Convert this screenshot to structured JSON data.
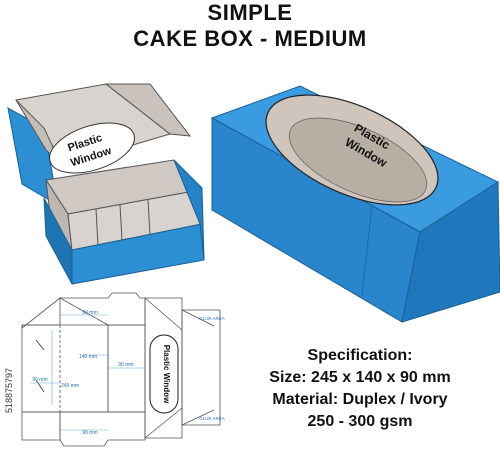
{
  "title": {
    "line1": "SIMPLE",
    "line2": "CAKE BOX - MEDIUM"
  },
  "window_label": [
    "Plastic",
    "Window"
  ],
  "dieline": {
    "window_label": "Plastic Window",
    "dims": {
      "top_w": "90 mm",
      "mid_w": "140 mm",
      "mid_side": "90 mm",
      "left_h": "90 mm",
      "main_h": "245 mm",
      "bottom_w": "90 mm"
    },
    "glue_top": "GLUE AREA",
    "glue_bottom": "GLUE AREA"
  },
  "spec": {
    "heading": "Specification:",
    "size": "Size: 245 x 140 x 90 mm",
    "material": "Material: Duplex / Ivory",
    "weight": "250 - 300 gsm"
  },
  "stock_id": "518875797",
  "colors": {
    "box_blue": "#2c8fd3",
    "box_blue_dark": "#1f74b4",
    "inner_grey": "#d9d3cf",
    "inner_grey_dark": "#bdb6b1"
  }
}
